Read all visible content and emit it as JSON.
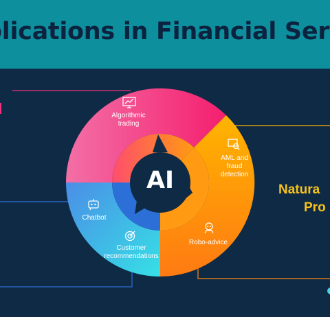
{
  "banner": {
    "title": "plications in Financial Ser"
  },
  "center": {
    "label": "AI"
  },
  "segments": [
    {
      "label": "Algorithmic trading",
      "icon": "trading-chart-icon"
    },
    {
      "label": "AML and fraud detection",
      "icon": "fraud-search-icon"
    },
    {
      "label": "Robo-advice",
      "icon": "robot-icon"
    },
    {
      "label": "Customer recommendations",
      "icon": "target-icon"
    },
    {
      "label": "Chatbot",
      "icon": "chatbot-icon"
    }
  ],
  "side": {
    "line1": "Natura",
    "line2": "Pro"
  },
  "colors": {
    "background": "#0f2a45",
    "banner": "#0e8f9e",
    "title": "#0c2340",
    "pink": "#f0317e",
    "orange": "#ff8b12",
    "yellow": "#f6c21c",
    "cyan": "#3fd7e6",
    "blue": "#2c6fd6"
  }
}
